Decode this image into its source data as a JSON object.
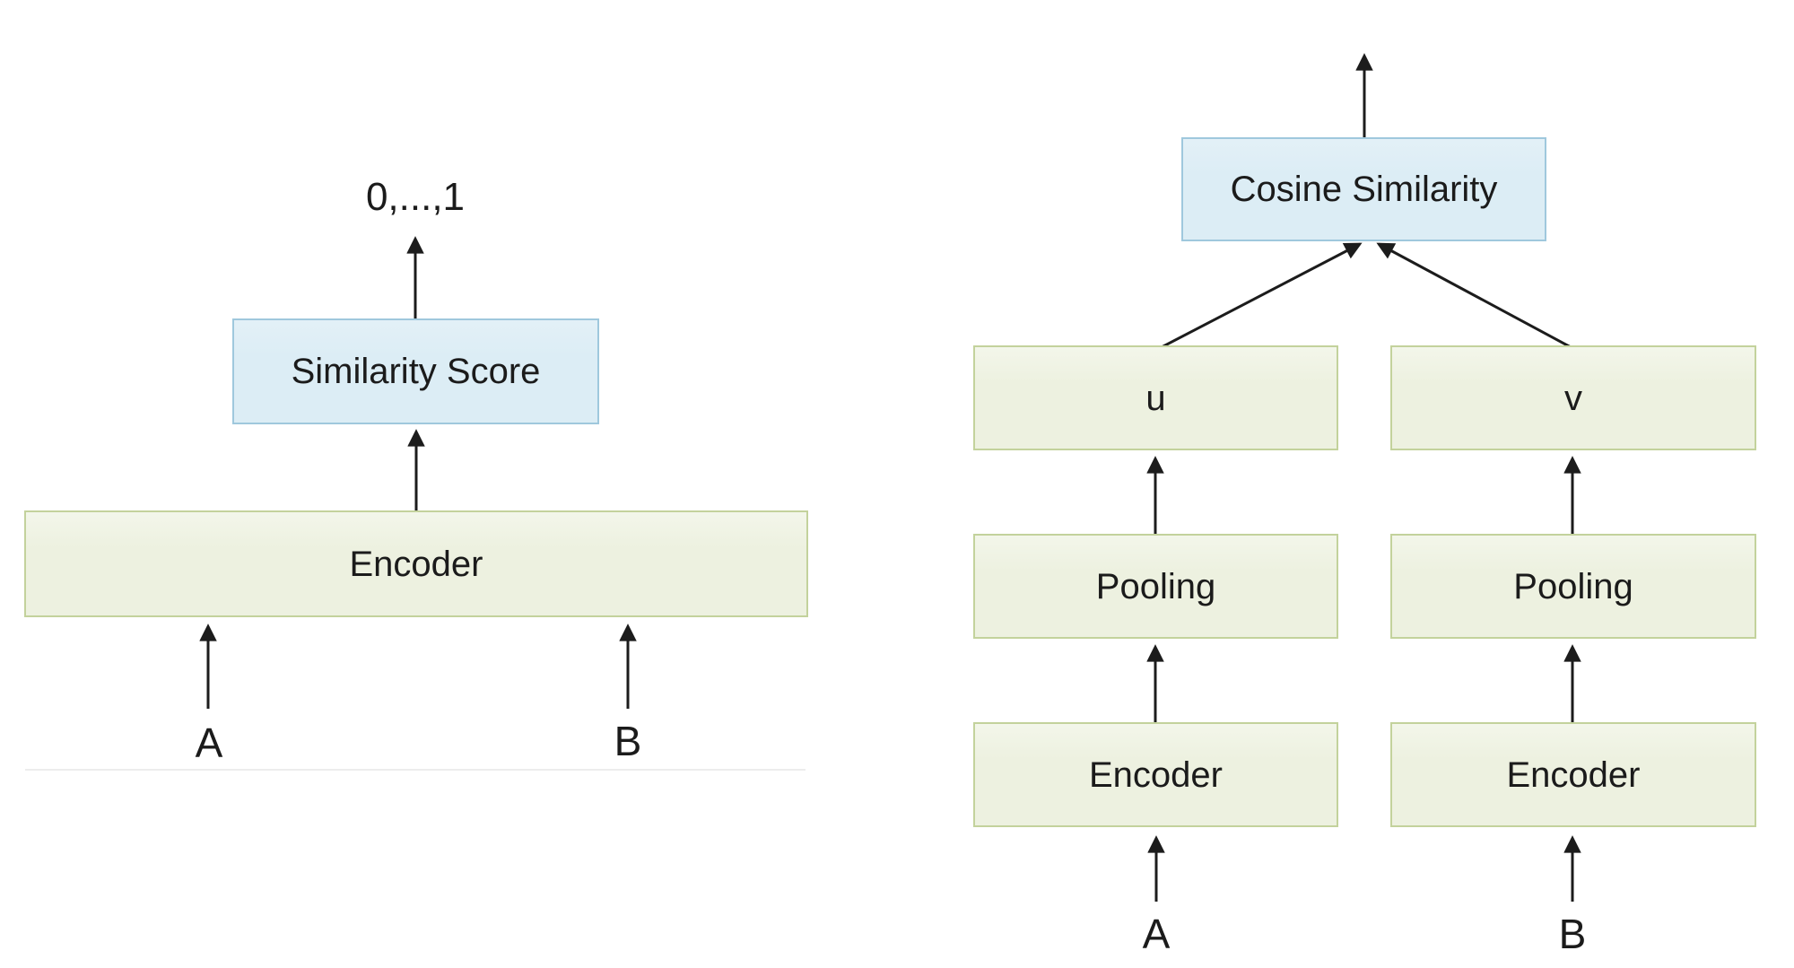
{
  "colors": {
    "blue_box_fill": "#dcedf5",
    "blue_box_border": "#9fc8dd",
    "green_box_fill": "#edf1e0",
    "green_box_border": "#c3d29c",
    "arrow_color": "#1c1c1c",
    "text_color": "#1b1b1b",
    "background_color": "#ffffff"
  },
  "left_diagram": {
    "output_label": "0,...,1",
    "similarity_score_label": "Similarity Score",
    "encoder_label": "Encoder",
    "input_a_label": "A",
    "input_b_label": "B"
  },
  "right_diagram": {
    "cosine_similarity_label": "Cosine Similarity",
    "u_label": "u",
    "v_label": "v",
    "pooling_left_label": "Pooling",
    "pooling_right_label": "Pooling",
    "encoder_left_label": "Encoder",
    "encoder_right_label": "Encoder",
    "input_a_label": "A",
    "input_b_label": "B"
  }
}
